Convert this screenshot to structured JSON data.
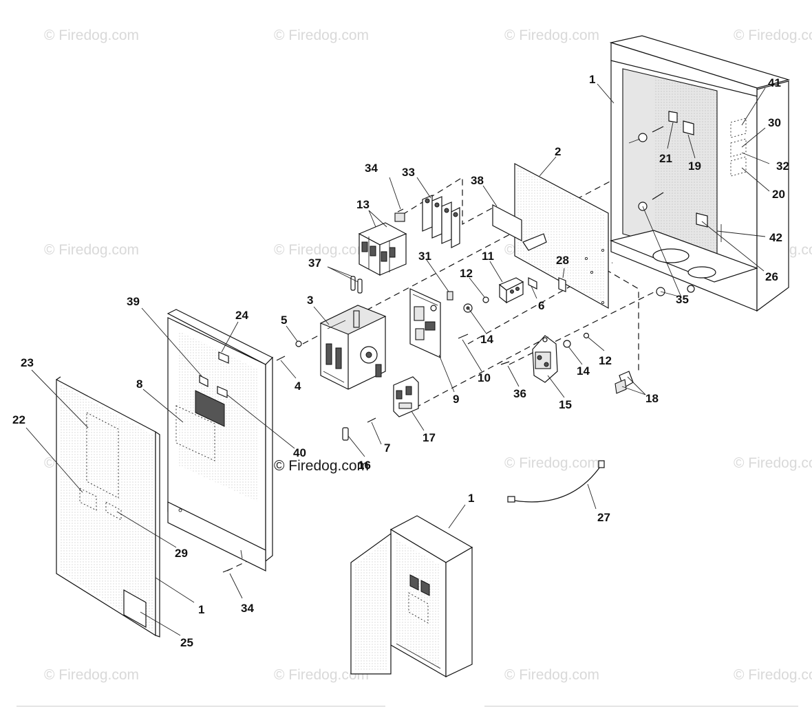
{
  "watermarks": {
    "text": "© Firedog.com",
    "prominent_text": "© Firedog.com"
  },
  "callouts": [
    {
      "id": "c1a",
      "text": "1"
    },
    {
      "id": "c41",
      "text": "41"
    },
    {
      "id": "c30",
      "text": "30"
    },
    {
      "id": "c32",
      "text": "32"
    },
    {
      "id": "c20",
      "text": "20"
    },
    {
      "id": "c21",
      "text": "21"
    },
    {
      "id": "c19",
      "text": "19"
    },
    {
      "id": "c42",
      "text": "42"
    },
    {
      "id": "c26",
      "text": "26"
    },
    {
      "id": "c35",
      "text": "35"
    },
    {
      "id": "c2",
      "text": "2"
    },
    {
      "id": "c34a",
      "text": "34"
    },
    {
      "id": "c33",
      "text": "33"
    },
    {
      "id": "c38",
      "text": "38"
    },
    {
      "id": "c13",
      "text": "13"
    },
    {
      "id": "c37",
      "text": "37"
    },
    {
      "id": "c31",
      "text": "31"
    },
    {
      "id": "c11",
      "text": "11"
    },
    {
      "id": "c28",
      "text": "28"
    },
    {
      "id": "c12a",
      "text": "12"
    },
    {
      "id": "c6",
      "text": "6"
    },
    {
      "id": "c3",
      "text": "3"
    },
    {
      "id": "c14a",
      "text": "14"
    },
    {
      "id": "c39",
      "text": "39"
    },
    {
      "id": "c24",
      "text": "24"
    },
    {
      "id": "c5",
      "text": "5"
    },
    {
      "id": "c4",
      "text": "4"
    },
    {
      "id": "c10",
      "text": "10"
    },
    {
      "id": "c9",
      "text": "9"
    },
    {
      "id": "c36",
      "text": "36"
    },
    {
      "id": "c15",
      "text": "15"
    },
    {
      "id": "c14b",
      "text": "14"
    },
    {
      "id": "c12b",
      "text": "12"
    },
    {
      "id": "c18",
      "text": "18"
    },
    {
      "id": "c23",
      "text": "23"
    },
    {
      "id": "c8",
      "text": "8"
    },
    {
      "id": "c22",
      "text": "22"
    },
    {
      "id": "c40",
      "text": "40"
    },
    {
      "id": "c16",
      "text": "16"
    },
    {
      "id": "c7",
      "text": "7"
    },
    {
      "id": "c17",
      "text": "17"
    },
    {
      "id": "c29",
      "text": "29"
    },
    {
      "id": "c1b",
      "text": "1"
    },
    {
      "id": "c34b",
      "text": "34"
    },
    {
      "id": "c25",
      "text": "25"
    },
    {
      "id": "c1c",
      "text": "1"
    },
    {
      "id": "c27",
      "text": "27"
    }
  ]
}
